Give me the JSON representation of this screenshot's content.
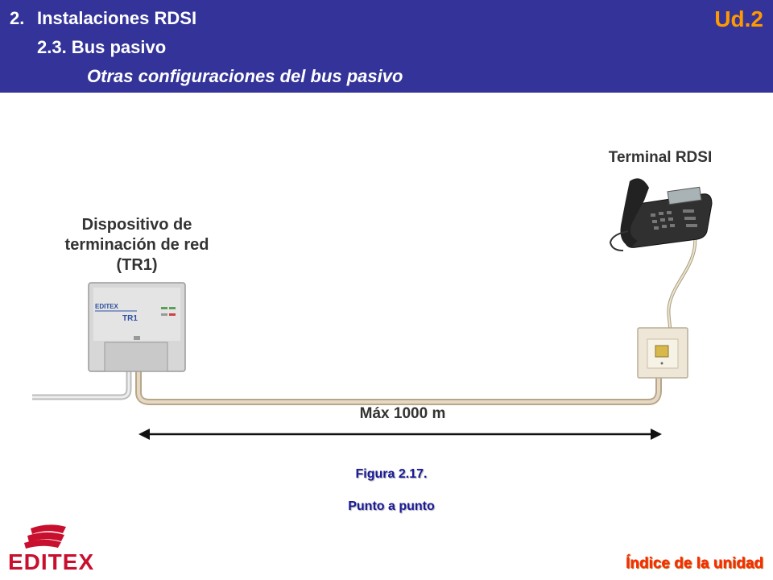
{
  "header": {
    "number": "2.",
    "title": "Instalaciones RDSI",
    "section": "2.3. Bus pasivo",
    "subtitle": "Otras configuraciones del bus pasivo",
    "unit_badge": "Ud.2"
  },
  "diagram": {
    "device_label_lines": [
      "Dispositivo de",
      "terminación de red",
      "(TR1)"
    ],
    "device_brand": "EDITEX",
    "device_model": "TR1",
    "terminal_label": "Terminal RDSI",
    "distance_label": "Máx 1000 m",
    "icons": [
      "network-terminator-device",
      "phone-icon",
      "wall-socket-icon",
      "double-arrow-icon"
    ]
  },
  "caption": {
    "figure": "Figura 2.17.",
    "description": "Punto a punto"
  },
  "footer": {
    "logo_text": "EDITEX",
    "index_link": "Índice de la unidad"
  },
  "colors": {
    "header_bg": "#333399",
    "unit_badge": "#ff9900",
    "caption": "#1a1a99",
    "link": "#ff2a00",
    "logo": "#c8102e"
  }
}
